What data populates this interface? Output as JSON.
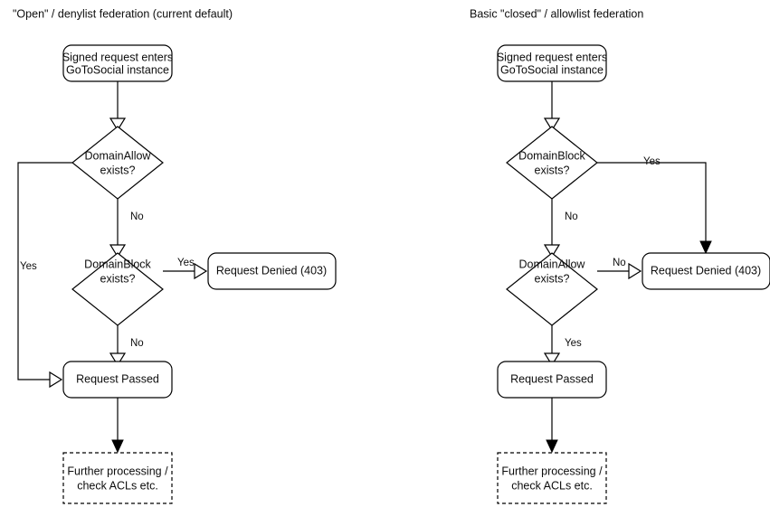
{
  "panels": [
    {
      "title": "\"Open\" / denylist federation (current default)",
      "nodes": {
        "entry_line1": "Signed request enters",
        "entry_line2": "GoToSocial instance",
        "decision1_line1": "DomainAllow",
        "decision1_line2": "exists?",
        "decision2_line1": "DomainBlock",
        "decision2_line2": "exists?",
        "denied": "Request Denied (403)",
        "passed": "Request Passed",
        "further_line1": "Further processing /",
        "further_line2": "check ACLs etc."
      },
      "edge_labels": {
        "allow_yes": "Yes",
        "allow_no": "No",
        "block_yes": "Yes",
        "block_no": "No"
      }
    },
    {
      "title": "Basic \"closed\" / allowlist federation",
      "nodes": {
        "entry_line1": "Signed request enters",
        "entry_line2": "GoToSocial instance",
        "decision1_line1": "DomainBlock",
        "decision1_line2": "exists?",
        "decision2_line1": "DomainAllow",
        "decision2_line2": "exists?",
        "denied": "Request Denied (403)",
        "passed": "Request Passed",
        "further_line1": "Further processing /",
        "further_line2": "check ACLs etc."
      },
      "edge_labels": {
        "block_yes": "Yes",
        "block_no": "No",
        "allow_no": "No",
        "allow_yes": "Yes"
      }
    }
  ],
  "colors": {
    "background": "#ffffff",
    "stroke": "#000000",
    "text": "#0d0d0d"
  }
}
